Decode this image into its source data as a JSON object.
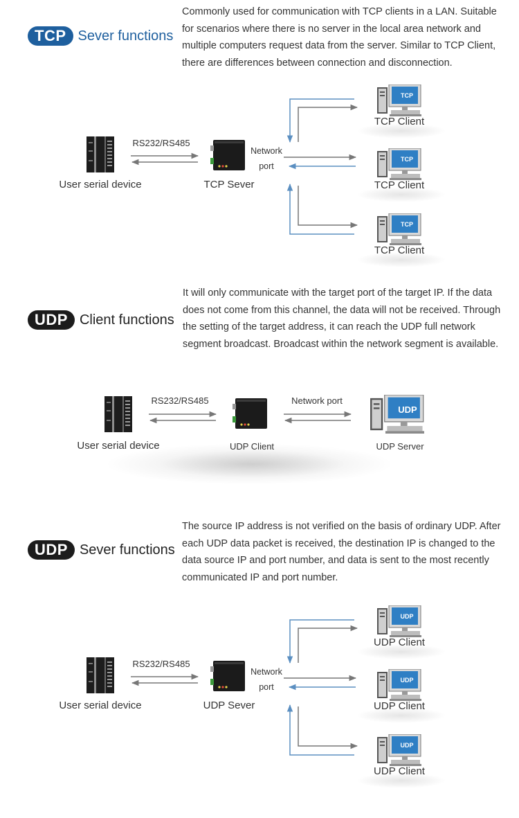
{
  "tcp_server": {
    "badge": "TCP",
    "heading": "Sever functions",
    "description": "Commonly used for communication with TCP clients in a LAN. Suitable for scenarios where there is no server in the local area network and multiple computers request data from the server. Similar to TCP Client, there are differences between connection and disconnection.",
    "serial_label": "User serial device",
    "link_label": "RS232/RS485",
    "device_label": "TCP Sever",
    "port_label_1": "Network",
    "port_label_2": "port",
    "client_icon_text": "TCP",
    "clients": [
      "TCP Client",
      "TCP Client",
      "TCP Client"
    ]
  },
  "udp_client": {
    "badge": "UDP",
    "heading": "Client functions",
    "description": "It will only communicate with the target port of the target IP. If the data does not come from this channel, the data will not be received. Through the setting of the target address, it can reach the UDP full network segment broadcast. Broadcast within the network segment is available.",
    "serial_label": "User serial device",
    "link_label": "RS232/RS485",
    "device_label": "UDP Client",
    "port_label": "Network port",
    "server_icon_text": "UDP",
    "server_label": "UDP Server"
  },
  "udp_server": {
    "badge": "UDP",
    "heading": "Sever functions",
    "description": "The source IP address is not verified on the basis of ordinary UDP. After each UDP data packet is received, the destination IP is changed to the data source IP and port number, and data is sent to the most recently communicated IP and port number.",
    "serial_label": "User serial device",
    "link_label": "RS232/RS485",
    "device_label": "UDP Sever",
    "port_label_1": "Network",
    "port_label_2": "port",
    "client_icon_text": "UDP",
    "clients": [
      "UDP Client",
      "UDP Client",
      "UDP Client"
    ]
  },
  "colors": {
    "brand_blue": "#1e5f9e",
    "badge_dark": "#1c1c1c",
    "arrow_blue": "#5b8fc1",
    "arrow_gray": "#777777",
    "screen_blue": "#2f7fc4"
  }
}
